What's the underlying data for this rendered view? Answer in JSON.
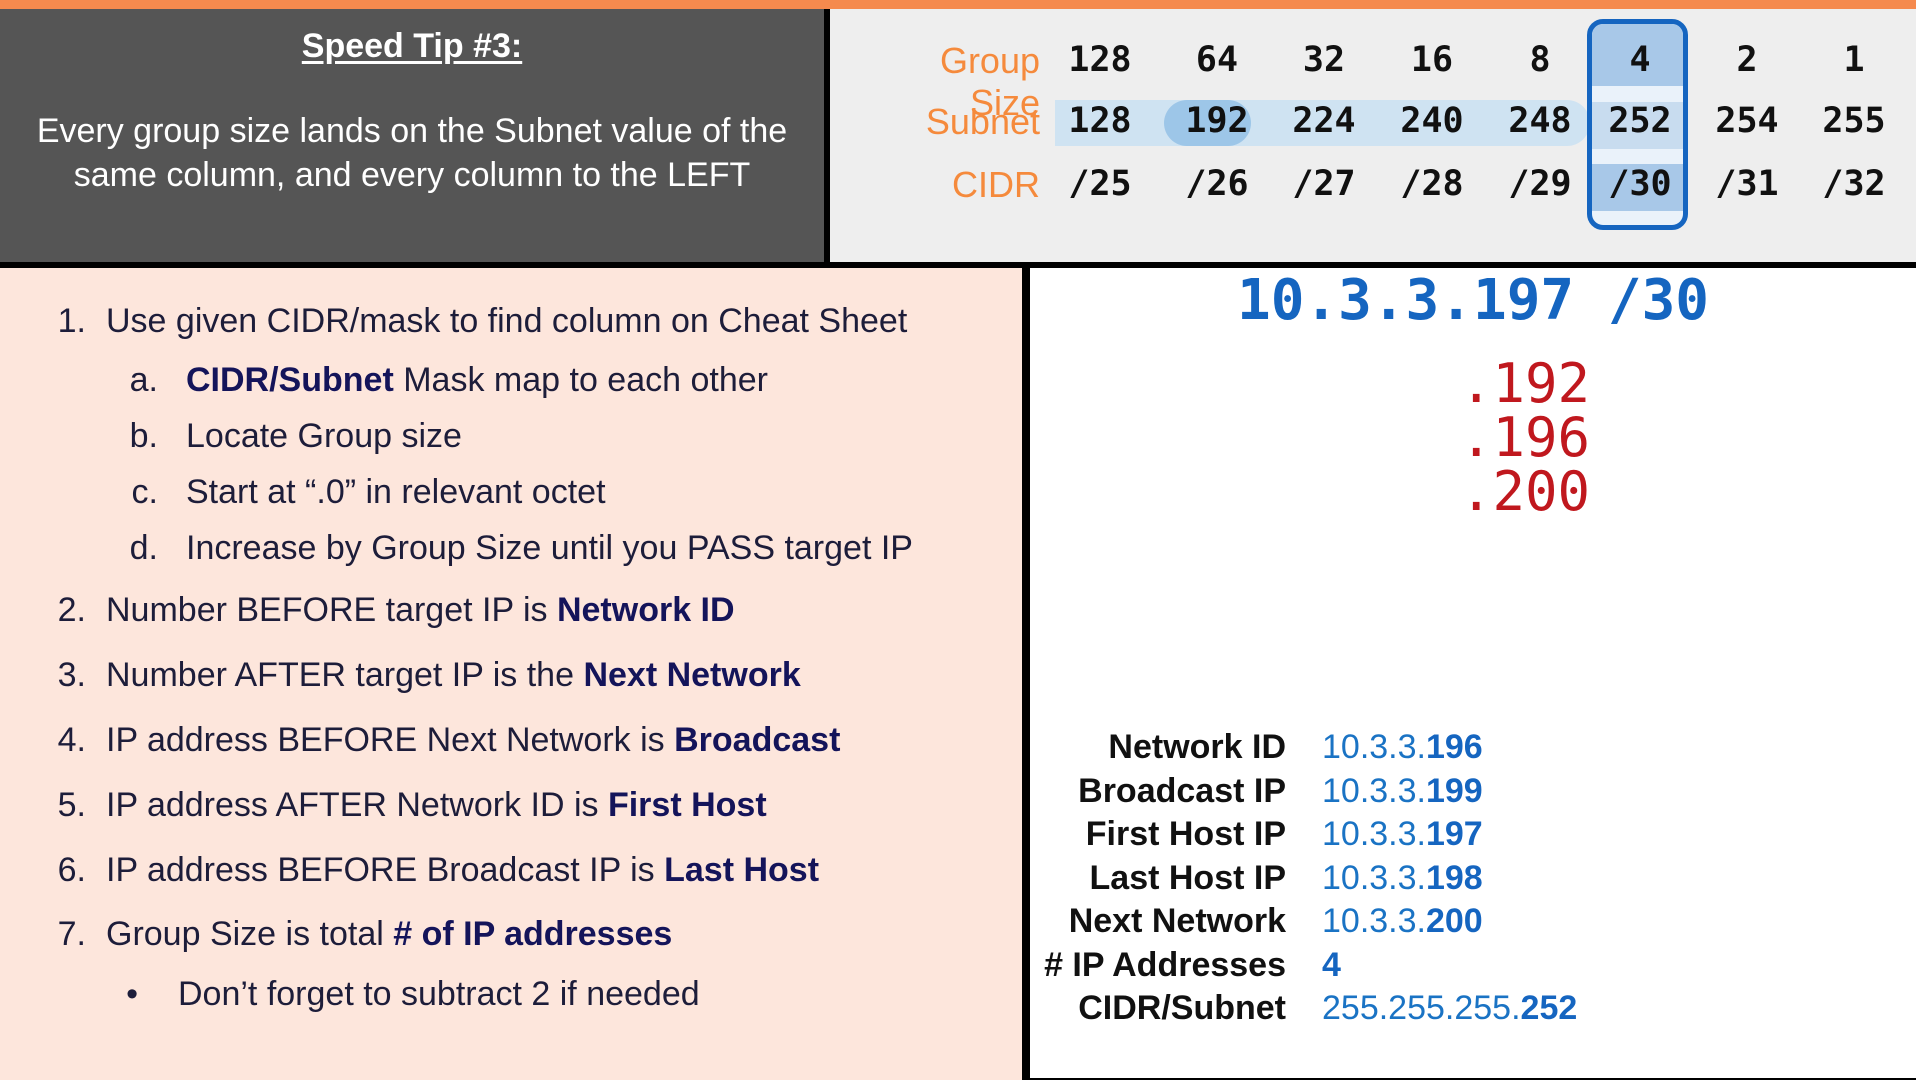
{
  "tip": {
    "title": "Speed Tip #3:",
    "line1": "Every group size lands on the Subnet value of the",
    "line2": "same column, and every column to the LEFT"
  },
  "cheat": {
    "labels": {
      "group": "Group Size",
      "subnet": "Subnet",
      "cidr": "CIDR"
    },
    "group": [
      "128",
      "64",
      "32",
      "16",
      "8",
      "4",
      "2",
      "1"
    ],
    "subnet": [
      "128",
      "192",
      "224",
      "240",
      "248",
      "252",
      "254",
      "255"
    ],
    "cidr": [
      "/25",
      "/26",
      "/27",
      "/28",
      "/29",
      "/30",
      "/31",
      "/32"
    ],
    "highlight_column_group": "4",
    "highlight_subnet": "192",
    "highlight_color": "#1565c0"
  },
  "steps": {
    "s1": {
      "num": "1.",
      "text": "Use given CIDR/mask to find column on Cheat Sheet"
    },
    "s1a": {
      "num": "a.",
      "bold": "CIDR/Subnet",
      "text": " Mask map to each other"
    },
    "s1b": {
      "num": "b.",
      "text": "Locate Group size"
    },
    "s1c": {
      "num": "c.",
      "text": "Start at “.0” in relevant octet"
    },
    "s1d": {
      "num": "d.",
      "text": "Increase by Group Size until you PASS target IP"
    },
    "s2": {
      "num": "2.",
      "text": "Number BEFORE target IP is ",
      "bold": "Network ID"
    },
    "s3": {
      "num": "3.",
      "text": "Number AFTER target IP is the ",
      "bold": "Next Network"
    },
    "s4": {
      "num": "4.",
      "text": "IP address BEFORE Next Network is ",
      "bold": "Broadcast"
    },
    "s5": {
      "num": "5.",
      "text": "IP address AFTER Network ID is ",
      "bold": "First Host"
    },
    "s6": {
      "num": "6.",
      "text": "IP address BEFORE Broadcast IP is ",
      "bold": "Last Host"
    },
    "s7": {
      "num": "7.",
      "text": "Group Size is total ",
      "bold": "# of IP addresses"
    },
    "s7bullet": {
      "num": "•",
      "text": "Don’t forget to subtract 2 if needed"
    }
  },
  "example": {
    "ip": "10.3.3.197 /30",
    "networks": [
      ".192",
      ".196",
      ".200"
    ],
    "network_color": "#c0181e",
    "results": {
      "network_id": {
        "label": "Network ID",
        "prefix": "10.3.3.",
        "suffix": "196"
      },
      "broadcast": {
        "label": "Broadcast IP",
        "prefix": "10.3.3.",
        "suffix": "199"
      },
      "first_host": {
        "label": "First Host IP",
        "prefix": "10.3.3.",
        "suffix": "197"
      },
      "last_host": {
        "label": "Last Host IP",
        "prefix": "10.3.3.",
        "suffix": "198"
      },
      "next_network": {
        "label": "Next Network",
        "prefix": "10.3.3.",
        "suffix": "200"
      },
      "ip_count": {
        "label": "# IP Addresses",
        "prefix": "",
        "suffix": "4"
      },
      "cidr_subnet": {
        "label": "CIDR/Subnet",
        "prefix": "255.255.255.",
        "suffix": "252"
      }
    }
  }
}
